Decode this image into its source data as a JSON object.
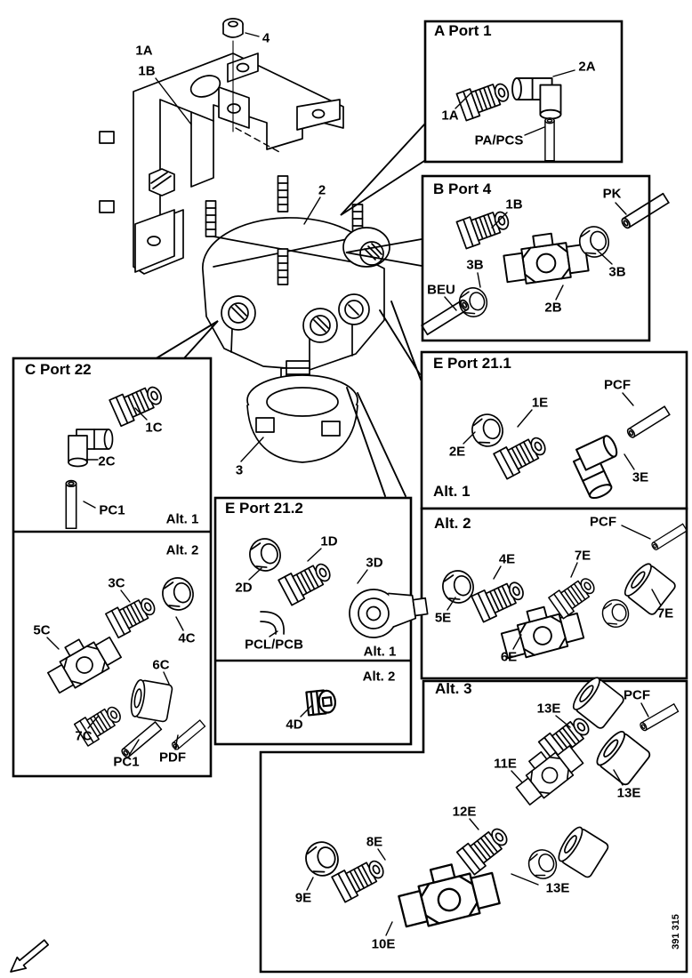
{
  "figure": {
    "drawing_code": "391 315",
    "main": {
      "label_1a": "1A",
      "label_1b": "1B",
      "label_4": "4",
      "label_2": "2",
      "label_3": "3"
    },
    "box_a": {
      "title": "A Port 1",
      "label_2a": "2A",
      "label_1a": "1A",
      "label_pa_pcs": "PA/PCS"
    },
    "box_b": {
      "title": "B Port 4",
      "label_1b": "1B",
      "label_pk": "PK",
      "label_3b_right": "3B",
      "label_3b_left": "3B",
      "label_beu": "BEU",
      "label_2b": "2B"
    },
    "box_c": {
      "title": "C Port 22",
      "label_1c": "1C",
      "label_2c": "2C",
      "label_pc1": "PC1",
      "alt1": "Alt. 1",
      "alt2": "Alt. 2",
      "label_3c": "3C",
      "label_4c": "4C",
      "label_5c": "5C",
      "label_6c": "6C",
      "label_7c": "7C",
      "label_pc1b": "PC1",
      "label_pdf": "PDF"
    },
    "box_d": {
      "title": "E Port 21.2",
      "label_1d": "1D",
      "label_2d": "2D",
      "label_3d": "3D",
      "label_pcl_pcb": "PCL/PCB",
      "alt1": "Alt. 1",
      "alt2": "Alt. 2",
      "label_4d": "4D"
    },
    "box_e1": {
      "title": "E Port 21.1",
      "label_pcf": "PCF",
      "label_1e": "1E",
      "label_2e": "2E",
      "label_3e": "3E",
      "alt1": "Alt. 1"
    },
    "box_e2": {
      "title": "Alt. 2",
      "label_pcf": "PCF",
      "label_4e": "4E",
      "label_5e": "5E",
      "label_6e": "6E",
      "label_7e_top": "7E",
      "label_7e_right": "7E"
    },
    "box_e3": {
      "title": "Alt. 3",
      "label_pcf": "PCF",
      "label_8e": "8E",
      "label_9e": "9E",
      "label_10e": "10E",
      "label_11e": "11E",
      "label_12e": "12E",
      "label_13e_top": "13E",
      "label_13e_right": "13E",
      "label_13e_bottom": "13E"
    }
  }
}
